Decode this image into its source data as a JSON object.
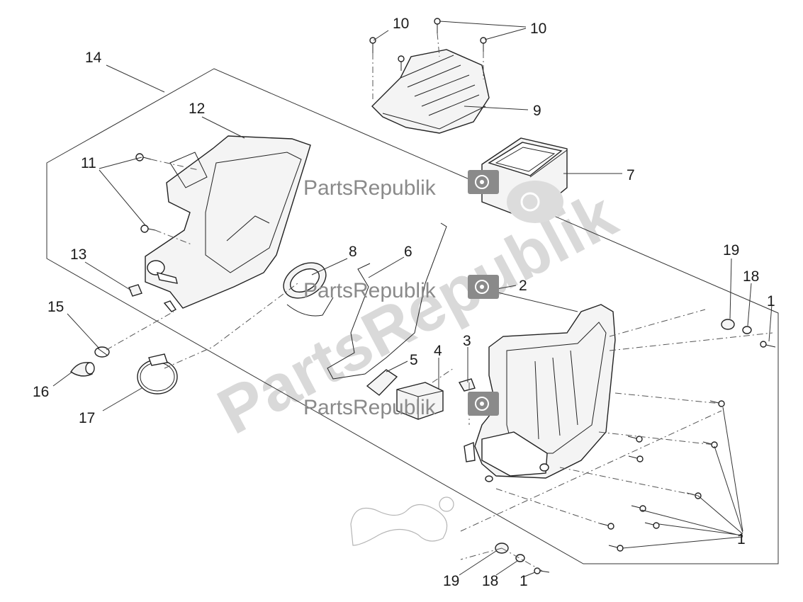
{
  "watermark": {
    "text": "PartsRepublik"
  },
  "callouts": [
    {
      "id": "c1a",
      "text": "1"
    },
    {
      "id": "c1b",
      "text": "1"
    },
    {
      "id": "c1c",
      "text": "1"
    },
    {
      "id": "c2",
      "text": "2"
    },
    {
      "id": "c3",
      "text": "3"
    },
    {
      "id": "c4",
      "text": "4"
    },
    {
      "id": "c5",
      "text": "5"
    },
    {
      "id": "c6",
      "text": "6"
    },
    {
      "id": "c7",
      "text": "7"
    },
    {
      "id": "c8",
      "text": "8"
    },
    {
      "id": "c9",
      "text": "9"
    },
    {
      "id": "c10a",
      "text": "10"
    },
    {
      "id": "c10b",
      "text": "10"
    },
    {
      "id": "c11",
      "text": "11"
    },
    {
      "id": "c12",
      "text": "12"
    },
    {
      "id": "c13",
      "text": "13"
    },
    {
      "id": "c14",
      "text": "14"
    },
    {
      "id": "c15",
      "text": "15"
    },
    {
      "id": "c16",
      "text": "16"
    },
    {
      "id": "c17",
      "text": "17"
    },
    {
      "id": "c18a",
      "text": "18"
    },
    {
      "id": "c18b",
      "text": "18"
    },
    {
      "id": "c19a",
      "text": "19"
    },
    {
      "id": "c19b",
      "text": "19"
    }
  ]
}
